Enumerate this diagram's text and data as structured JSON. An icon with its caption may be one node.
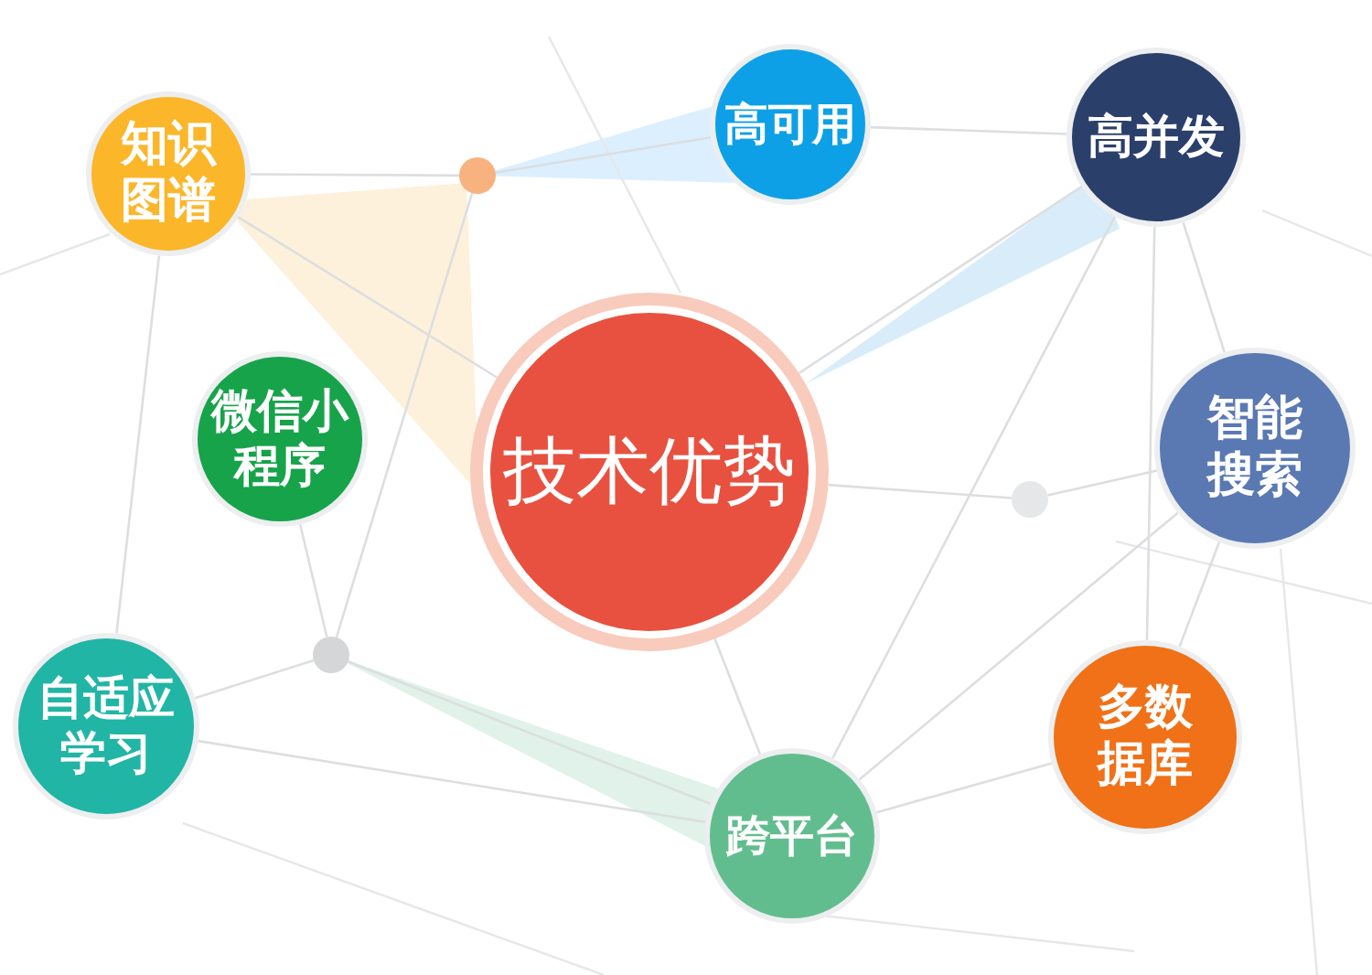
{
  "diagram": {
    "nodes": [
      {
        "text": [
          "技术优势"
        ]
      },
      {
        "text": [
          "知识图谱"
        ]
      },
      {
        "text": [
          "高可用"
        ]
      },
      {
        "text": [
          "高并发"
        ]
      },
      {
        "text": [
          "微信小程序"
        ]
      },
      {
        "text": [
          "智能搜索"
        ]
      },
      {
        "text": [
          "自适应学习"
        ]
      },
      {
        "text": [
          "多数据库"
        ]
      },
      {
        "text": [
          "跨平台"
        ]
      },
      {
        "text": [],
        "shape": "circle"
      },
      {
        "text": [],
        "shape": "circle"
      },
      {
        "text": [],
        "shape": "circle"
      }
    ],
    "edges": [
      {
        "from": 1,
        "to": 9,
        "arrow": "none"
      },
      {
        "from": 9,
        "to": 2,
        "arrow": "none"
      },
      {
        "from": 2,
        "to": 3,
        "arrow": "none"
      },
      {
        "from": 1,
        "to": 6,
        "arrow": "none"
      },
      {
        "from": 9,
        "to": 10,
        "arrow": "none"
      },
      {
        "from": 10,
        "to": 6,
        "arrow": "none"
      },
      {
        "from": 10,
        "to": 8,
        "arrow": "none"
      },
      {
        "from": 6,
        "to": 8,
        "arrow": "none"
      },
      {
        "from": 8,
        "to": 7,
        "arrow": "none"
      },
      {
        "from": 8,
        "to": 3,
        "arrow": "none"
      },
      {
        "from": 8,
        "to": 5,
        "arrow": "none"
      },
      {
        "from": 3,
        "to": 5,
        "arrow": "none"
      },
      {
        "from": 3,
        "to": 7,
        "arrow": "none"
      },
      {
        "from": 11,
        "to": 5,
        "arrow": "none"
      },
      {
        "from": 0,
        "to": 11,
        "arrow": "none"
      },
      {
        "from": 4,
        "to": 10,
        "arrow": "none"
      },
      {
        "from": 5,
        "to": 7,
        "arrow": "none"
      },
      {
        "from": 1,
        "to": 0,
        "arrow": "none"
      },
      {
        "from": 0,
        "to": 3,
        "arrow": "none"
      },
      {
        "from": 0,
        "to": 8,
        "arrow": "none"
      }
    ]
  }
}
